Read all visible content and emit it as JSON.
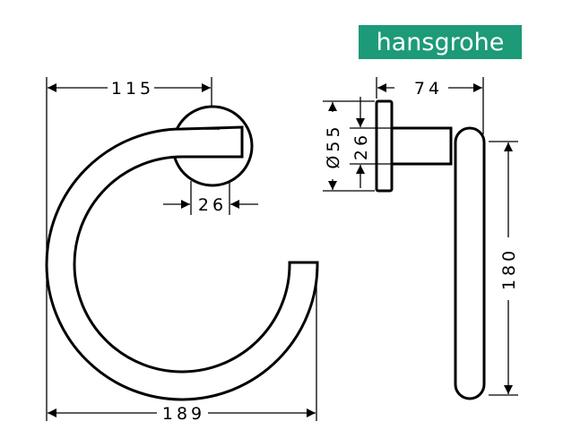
{
  "brand": {
    "name": "hansgrohe",
    "color": "#1d9a78"
  },
  "front_view": {
    "width_label": "115",
    "total_width_label": "189",
    "arm_label": "26"
  },
  "side_view": {
    "depth_label": "74",
    "rosette_diameter_label": "Ø55",
    "arm_height_label": "26",
    "ring_height_label": "180"
  }
}
